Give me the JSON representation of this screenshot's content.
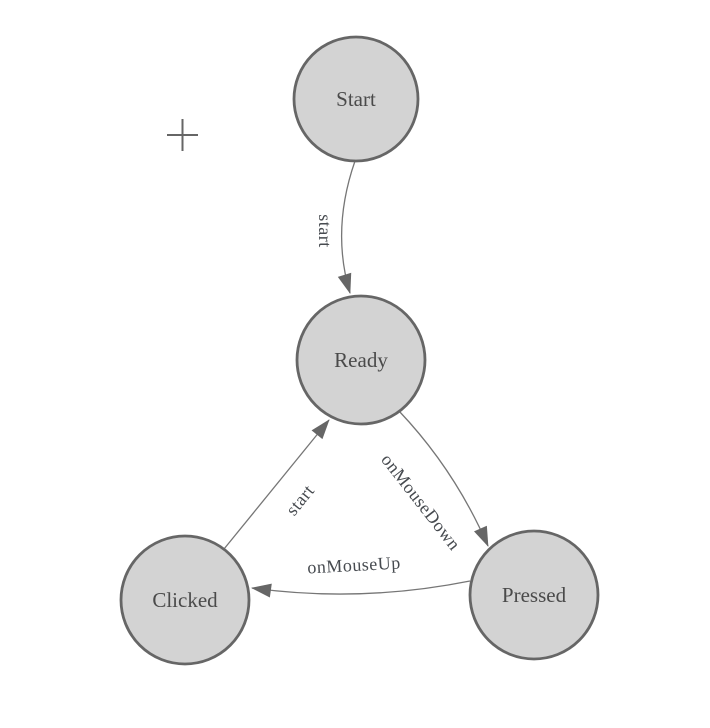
{
  "canvas": {
    "background": "#ffffff"
  },
  "colors": {
    "node_fill": "#d3d3d3",
    "node_stroke": "#666666",
    "edge_stroke": "#767676",
    "arrowhead_fill": "#666666",
    "node_label_color": "#4a4a4a",
    "edge_label_color": "#474b50"
  },
  "icons": {
    "crosshair": "plus-crosshair-icon"
  },
  "diagram": {
    "type": "state-machine",
    "nodes": [
      {
        "id": "start",
        "label": "Start"
      },
      {
        "id": "ready",
        "label": "Ready"
      },
      {
        "id": "clicked",
        "label": "Clicked"
      },
      {
        "id": "pressed",
        "label": "Pressed"
      }
    ],
    "edges": [
      {
        "from": "Start",
        "to": "Ready",
        "label": "start"
      },
      {
        "from": "Ready",
        "to": "Pressed",
        "label": "onMouseDown"
      },
      {
        "from": "Pressed",
        "to": "Clicked",
        "label": "onMouseUp"
      },
      {
        "from": "Clicked",
        "to": "Ready",
        "label": "start"
      }
    ]
  }
}
